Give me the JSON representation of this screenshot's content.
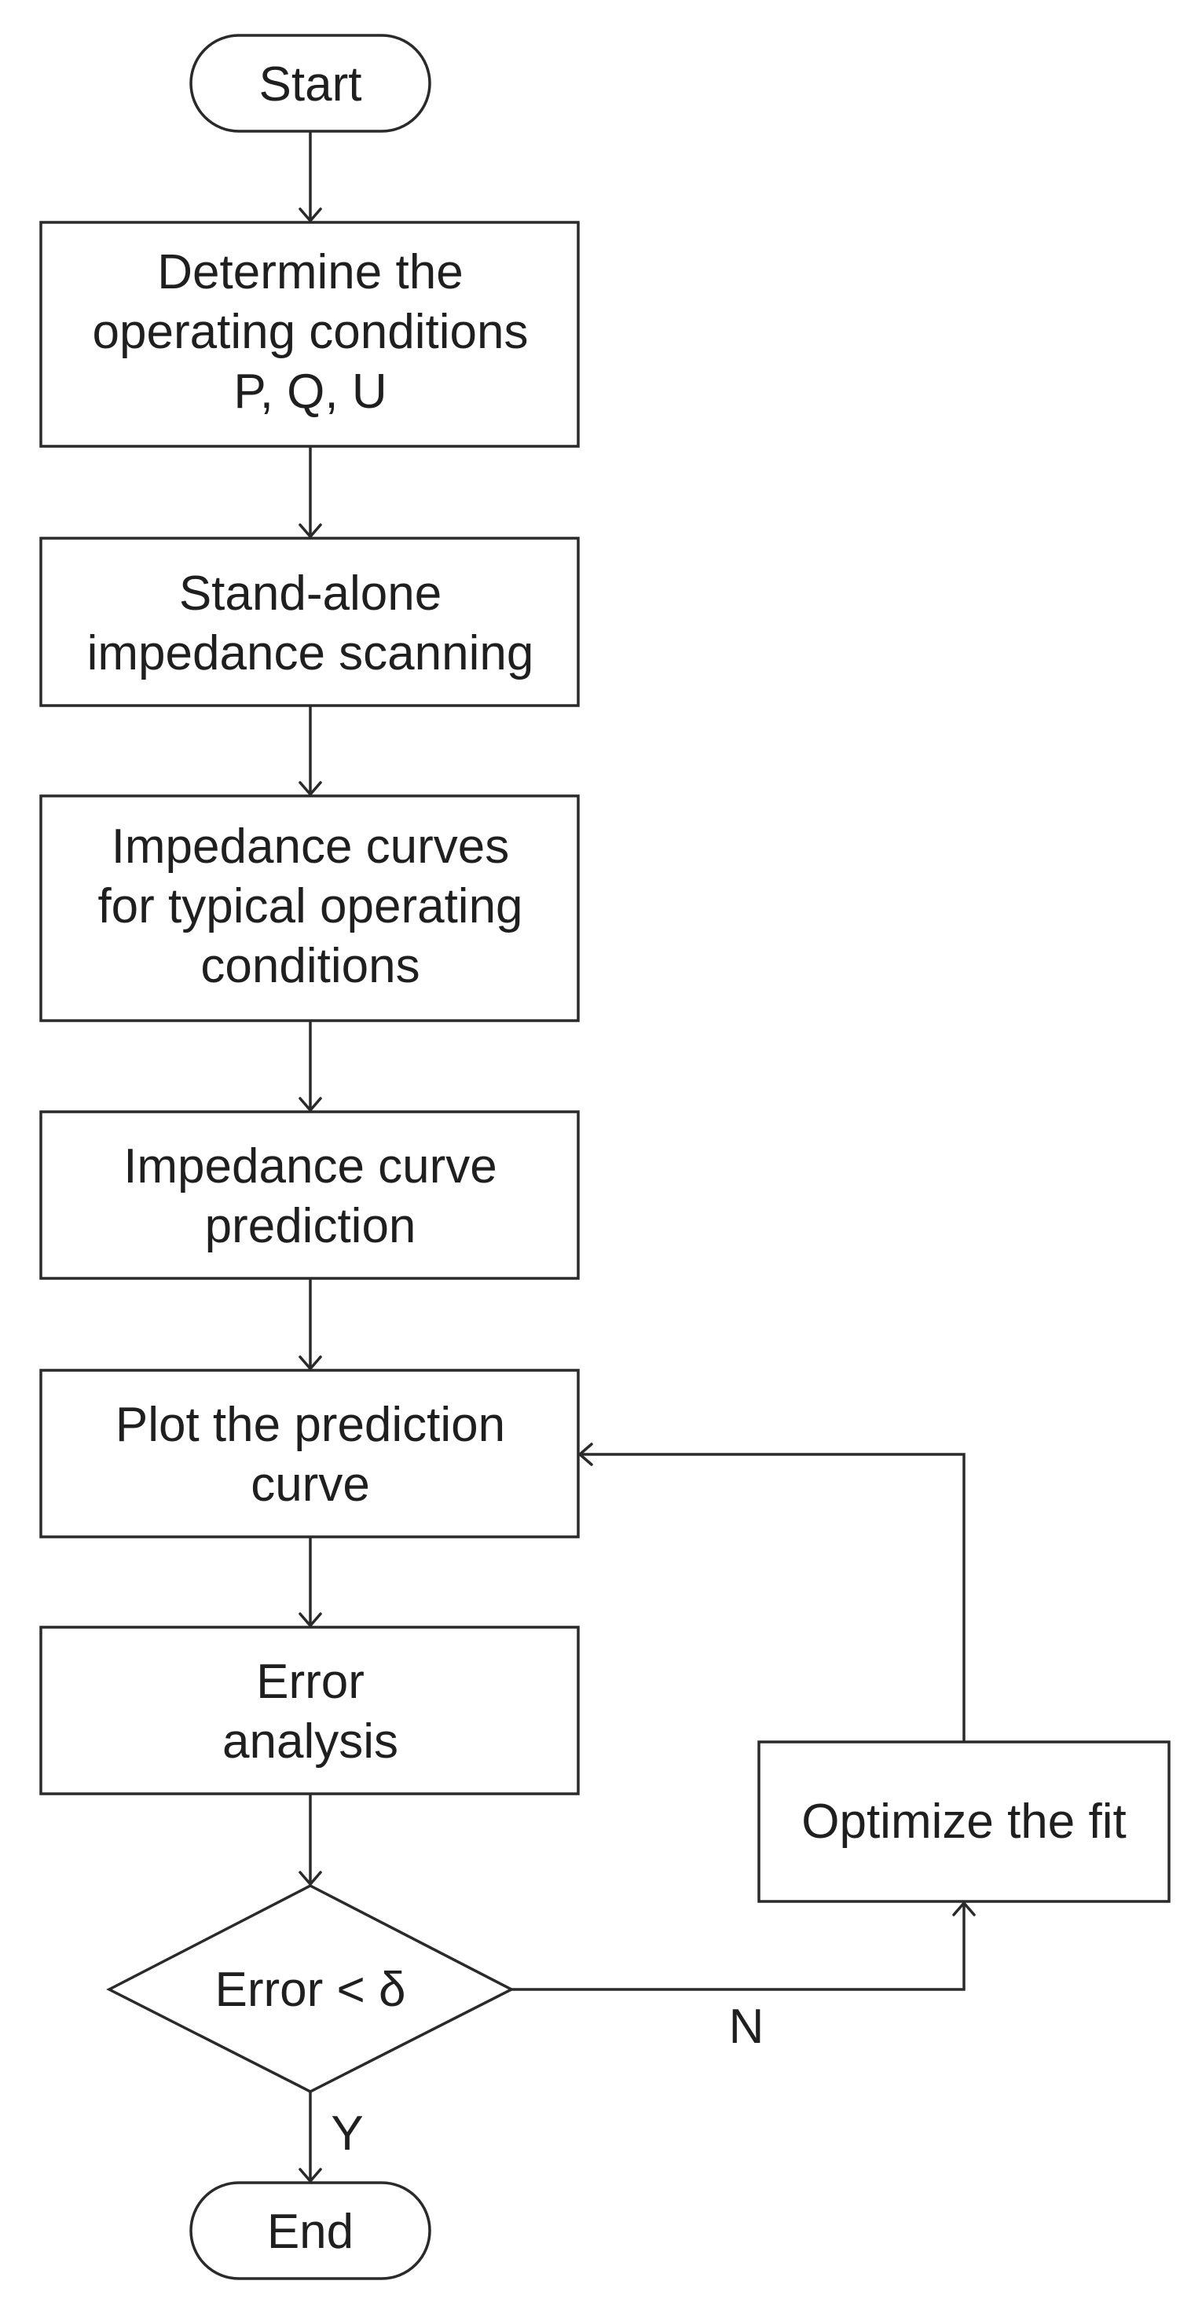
{
  "nodes": {
    "start": {
      "lines": [
        "Start"
      ]
    },
    "step1": {
      "lines": [
        "Determine the",
        "operating conditions",
        "P, Q, U"
      ]
    },
    "step2": {
      "lines": [
        "Stand-alone",
        "impedance scanning"
      ]
    },
    "step3": {
      "lines": [
        "Impedance curves",
        "for typical operating",
        "conditions"
      ]
    },
    "step4": {
      "lines": [
        "Impedance curve",
        "prediction"
      ]
    },
    "step5": {
      "lines": [
        "Plot the prediction",
        "curve"
      ]
    },
    "step6": {
      "lines": [
        "Error",
        "analysis"
      ]
    },
    "decision": {
      "lines": [
        "Error < δ"
      ]
    },
    "optimize": {
      "lines": [
        "Optimize the fit"
      ]
    },
    "end": {
      "lines": [
        "End"
      ]
    }
  },
  "edge_labels": {
    "no": "N",
    "yes": "Y"
  }
}
